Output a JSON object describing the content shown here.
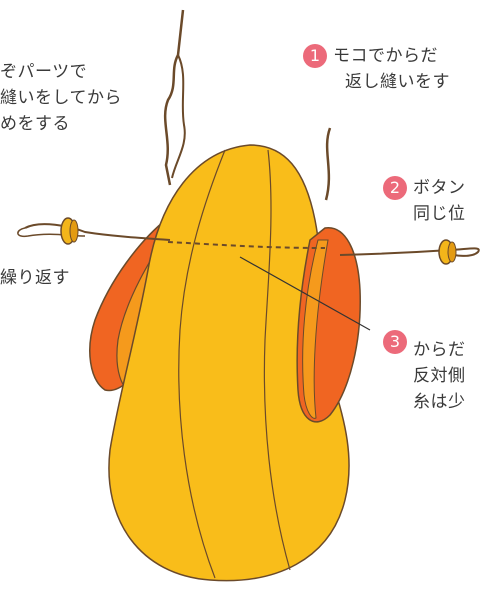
{
  "colors": {
    "body_fill": "#f9bd1a",
    "body_stroke": "#6b4a2a",
    "ear_outer": "#f06522",
    "ear_inner": "#f59a1c",
    "thread": "#6b4a2a",
    "button": "#f3b51a",
    "step_badge": "#ec6a7a"
  },
  "left_text": {
    "line1": "ぞパーツで",
    "line2": "縫いをしてから",
    "line3": "めをする",
    "line4": "繰り返す"
  },
  "steps": [
    {
      "number": "1",
      "line1": "モコでからだ",
      "line2": "返し縫いをす"
    },
    {
      "number": "2",
      "line1": "ボタン",
      "line2": "同じ位"
    },
    {
      "number": "3",
      "line1": "からだ",
      "line2": "反対側",
      "line3": "糸は少"
    }
  ],
  "icons": {
    "left_button": "button-icon",
    "right_button": "button-icon",
    "needle": "needle-icon"
  }
}
